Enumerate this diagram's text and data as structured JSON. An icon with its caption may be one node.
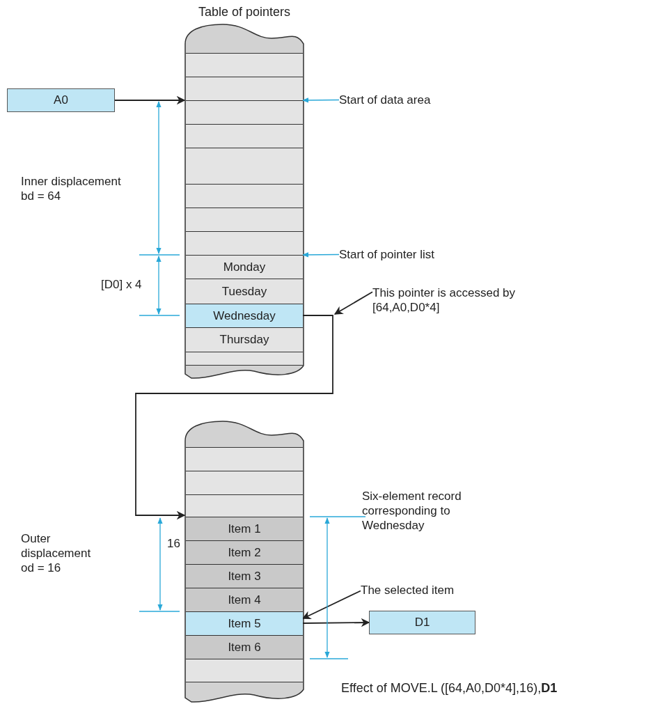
{
  "diagram": {
    "caption": "Effect of MOVE.L ([64,A0,D0*4],16),**D1**",
    "nodes": [
      {
        "text": [
          "A0"
        ]
      },
      {
        "text": [
          "Table of pointers"
        ]
      },
      {
        "text": [],
        "shape": "box",
        "in": 1
      },
      {
        "text": [],
        "shape": "box",
        "in": 1
      },
      {
        "text": [],
        "shape": "box",
        "in": 1
      },
      {
        "text": [],
        "shape": "box",
        "in": 1
      },
      {
        "text": [],
        "shape": "box",
        "in": 1
      },
      {
        "text": [],
        "shape": "box",
        "in": 1
      },
      {
        "text": [],
        "shape": "box",
        "in": 1
      },
      {
        "text": [],
        "shape": "box",
        "in": 1
      },
      {
        "text": [
          "Monday"
        ],
        "in": 1
      },
      {
        "text": [
          "Tuesday"
        ],
        "in": 1
      },
      {
        "text": [
          "Wednesday"
        ],
        "in": 1
      },
      {
        "text": [
          "Thursday"
        ],
        "in": 1
      },
      {
        "text": [],
        "shape": "box",
        "in": 1
      },
      {
        "text": [],
        "shape": "box"
      },
      {
        "text": [],
        "shape": "box",
        "in": 15
      },
      {
        "text": [],
        "shape": "box",
        "in": 15
      },
      {
        "text": [],
        "shape": "box",
        "in": 15
      },
      {
        "text": [
          "Item 1"
        ],
        "in": 15
      },
      {
        "text": [
          "Item 2"
        ],
        "in": 15
      },
      {
        "text": [
          "Item 3"
        ],
        "in": 15
      },
      {
        "text": [
          "Item 4"
        ],
        "in": 15
      },
      {
        "text": [
          "Item 5"
        ],
        "in": 15
      },
      {
        "text": [
          "Item 6"
        ],
        "in": 15
      },
      {
        "text": [],
        "shape": "box",
        "in": 15
      },
      {
        "text": [
          "D1"
        ]
      },
      {
        "text": [
          "Start of data area"
        ]
      },
      {
        "text": [
          "Start of pointer list"
        ]
      },
      {
        "text": [
          "This pointer is accessed by [64,A0,D0*4]"
        ]
      },
      {
        "text": [
          "The selected item"
        ]
      }
    ],
    "edges": [
      {
        "from": 0,
        "to": 1,
        "arrow": "to"
      },
      {
        "from": 12,
        "to": 15,
        "arrow": "to"
      },
      {
        "from": 23,
        "to": 26,
        "arrow": "to"
      },
      {
        "from": 27,
        "to": 3,
        "arrow": "to",
        "color": "#29a8d8"
      },
      {
        "from": 28,
        "to": 9,
        "arrow": "to",
        "color": "#29a8d8"
      },
      {
        "from": 29,
        "to": null,
        "arrow": "to"
      },
      {
        "from": 30,
        "to": 23,
        "arrow": "to"
      }
    ],
    "labels": [
      "Inner displacement bd = 64",
      "[D0] x 4",
      "Six-element record corresponding to Wednesday",
      "Outer displacement od = 16",
      "16"
    ]
  }
}
